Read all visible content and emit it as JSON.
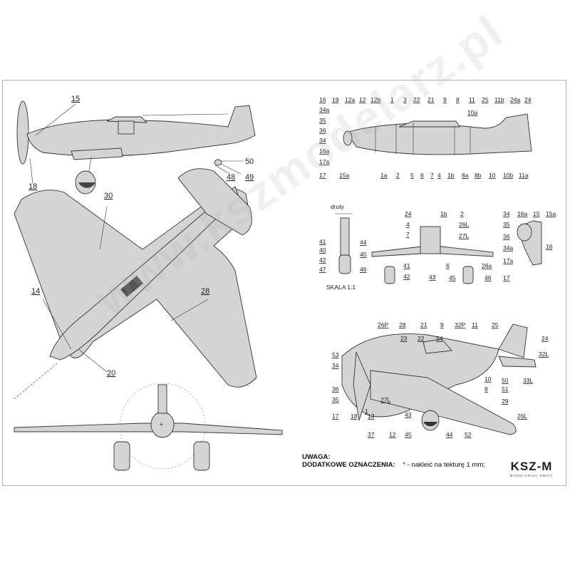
{
  "watermark": "www.kszmodelarz.pl",
  "notes": {
    "title": "UWAGA:",
    "extra_label": "DODATKOWE OZNACZENIA:",
    "extra_text": "* - nakleić na tekturę 1 mm;"
  },
  "scale_label": "SKALA 1:1",
  "wires_label": "druty",
  "logo": {
    "mark": "KSZ-M",
    "sub": "MODELARSKI ŚWIAT"
  },
  "colors": {
    "fill": "#d4d4d4",
    "line": "#333333"
  },
  "labels": {
    "side_view": [
      "15",
      "18",
      "50",
      "48",
      "49"
    ],
    "top_view": [
      "30",
      "14",
      "28",
      "20"
    ],
    "fuselage_top": [
      "16",
      "19",
      "12a",
      "12",
      "12b",
      "1",
      "3",
      "22",
      "21",
      "9",
      "8",
      "11",
      "25",
      "11b",
      "24a",
      "24",
      "10a",
      "34a",
      "35",
      "36",
      "34",
      "16a",
      "17a",
      "17",
      "15a",
      "1a",
      "2",
      "5",
      "6",
      "7",
      "4",
      "1b",
      "8a",
      "8b",
      "10",
      "10b",
      "11a"
    ],
    "gear_detail": [
      "41",
      "40",
      "42",
      "47",
      "44",
      "45",
      "46"
    ],
    "front_view": [
      "24",
      "1b",
      "2",
      "4",
      "7",
      "26L",
      "27L",
      "6",
      "41",
      "26a",
      "42",
      "43",
      "45",
      "46"
    ],
    "spinner_detail": [
      "34",
      "16a",
      "15",
      "15a",
      "35",
      "16",
      "36",
      "34a",
      "17a",
      "17"
    ],
    "iso_view": [
      "26P",
      "28",
      "21",
      "9",
      "32P",
      "11",
      "25",
      "23",
      "22",
      "54",
      "24",
      "53",
      "34",
      "36",
      "35",
      "17",
      "18",
      "13",
      "37",
      "12",
      "27L",
      "1",
      "43",
      "45",
      "44",
      "52",
      "10",
      "50",
      "8",
      "51",
      "33L",
      "32L",
      "29",
      "26L"
    ]
  }
}
